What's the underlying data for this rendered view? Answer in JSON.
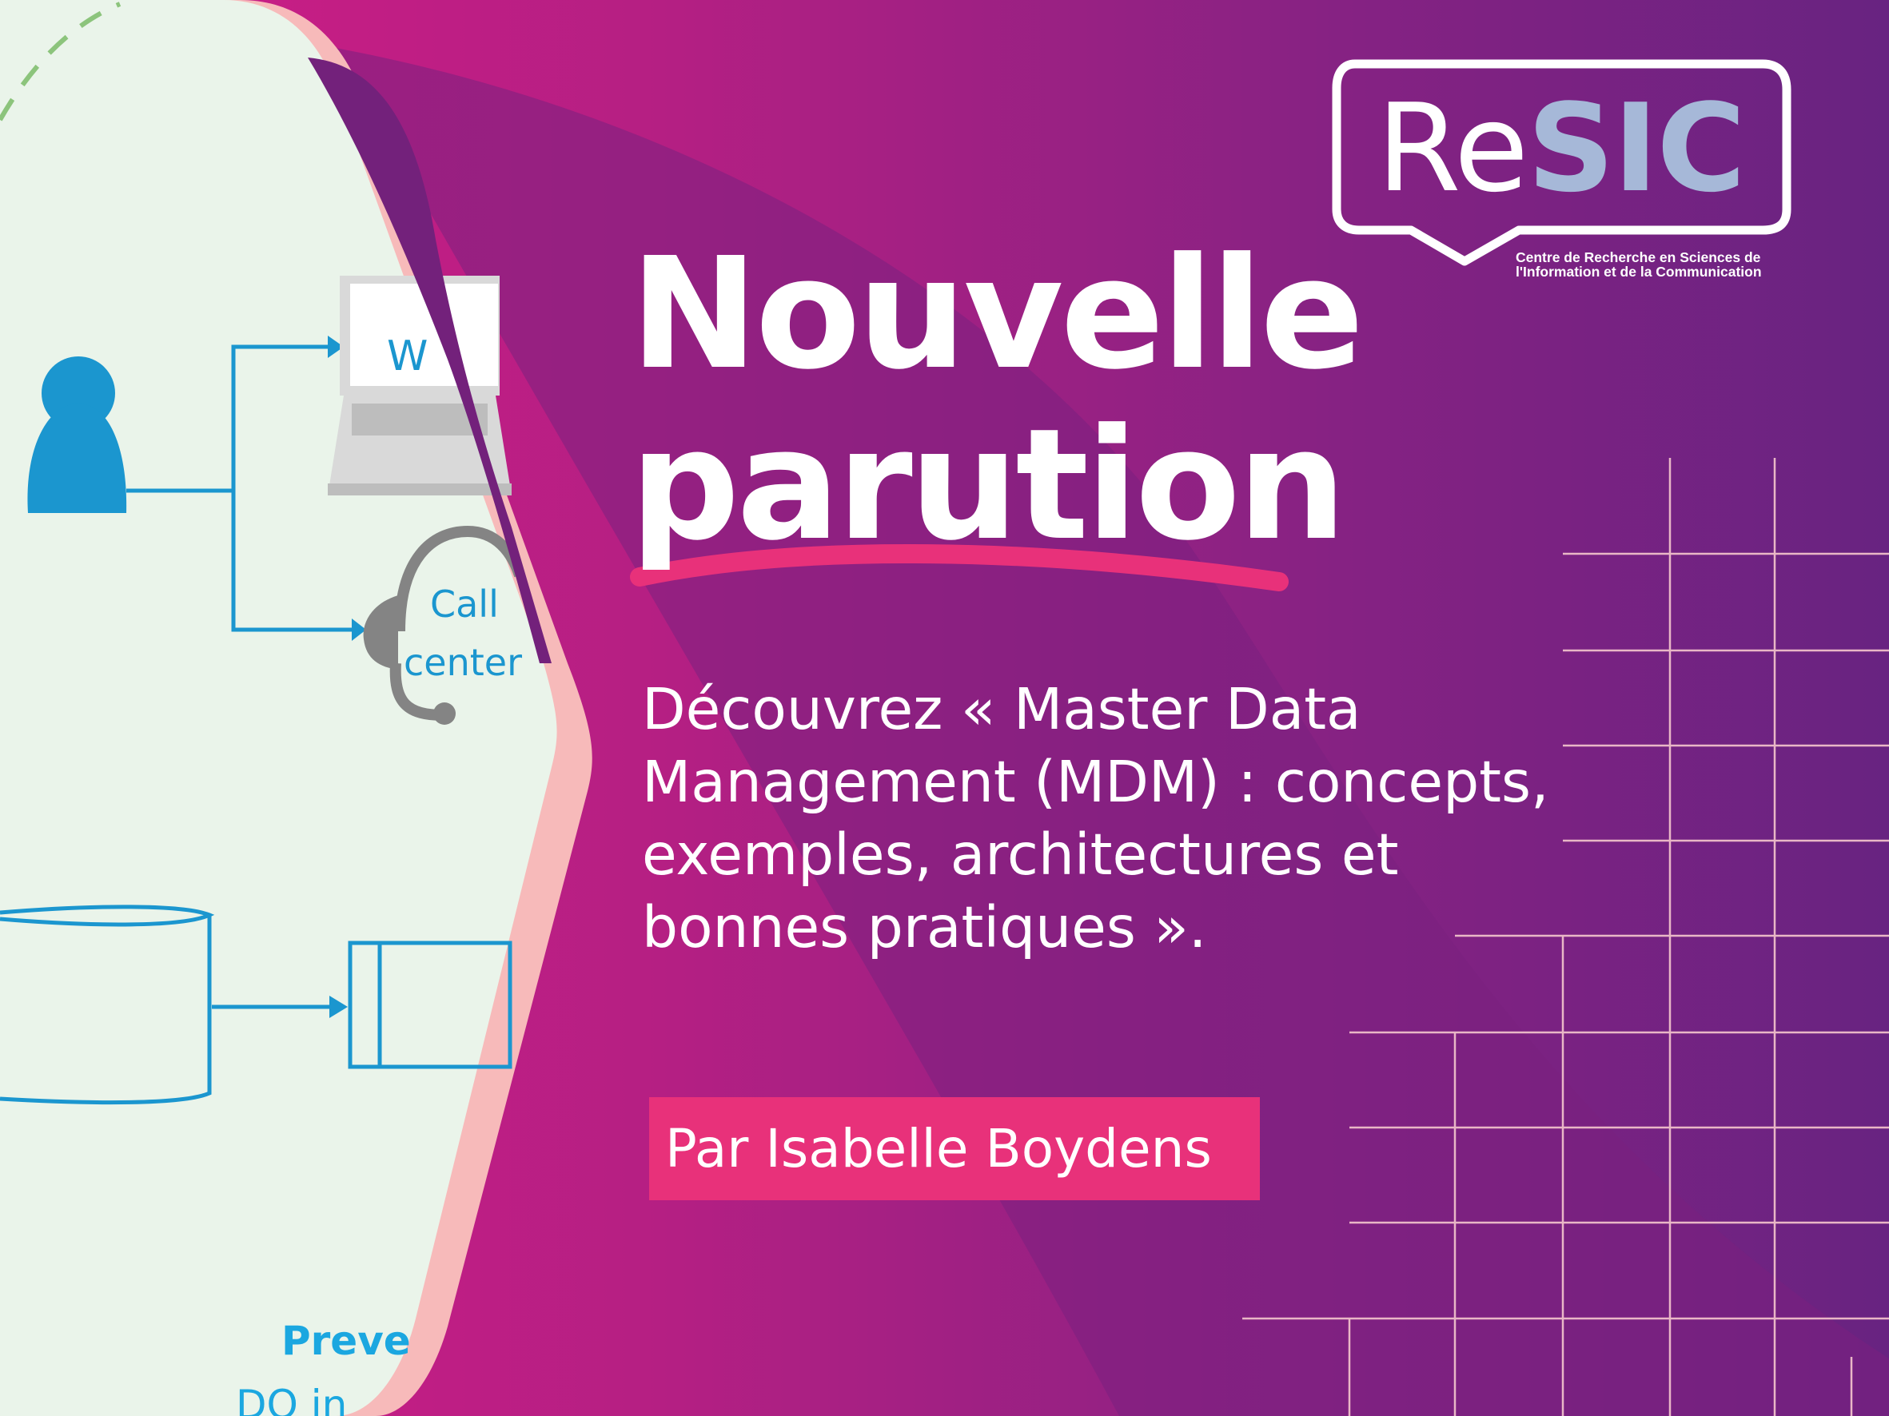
{
  "headline": {
    "line1": "Nouvelle",
    "line2": "parution"
  },
  "description": {
    "lines": [
      "Découvrez «  Master Data",
      "Management (MDM) : concepts,",
      "exemples, architectures et",
      "bonnes pratiques »."
    ]
  },
  "author_button": {
    "label": "Par Isabelle Boydens"
  },
  "logo": {
    "name_part1": "Re",
    "name_part2": "SIC",
    "subtitle_line1": "Centre de Recherche en Sciences de",
    "subtitle_line2": "l'Information et de la Communication"
  },
  "diagram": {
    "laptop_label": "W",
    "call_center_line1": "Call",
    "call_center_line2": "center",
    "bottom_label1": "Preve",
    "bottom_label2": "DQ in"
  },
  "colors": {
    "accent_pink": "#e8317a",
    "magenta": "#c4177f",
    "purple": "#6a2281",
    "logo_blue": "#a6b8d8",
    "diagram_blue": "#1b96cf",
    "panel_bg": "#eaf4ea",
    "panel_border": "#f7baba"
  }
}
